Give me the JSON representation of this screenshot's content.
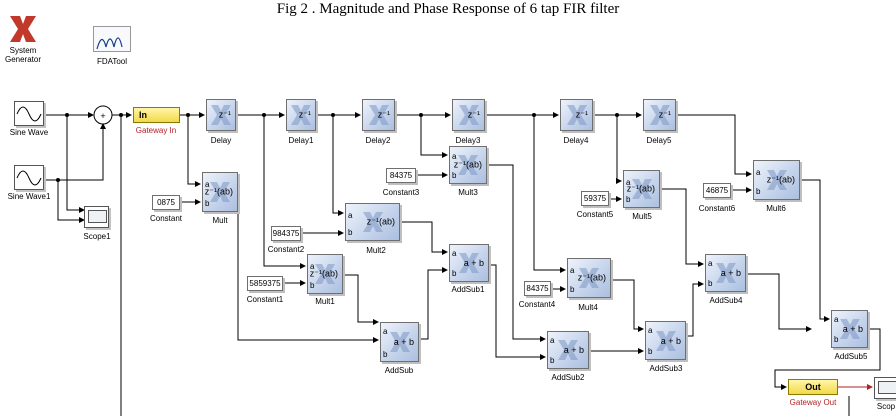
{
  "caption": "Fig   2 . Magnitude and Phase Response of 6 tap FIR filter",
  "toolbox": {
    "system_generator": {
      "line1": "System",
      "line2": "Generator"
    },
    "fdatool": "FDATool"
  },
  "sources": {
    "sine_wave": "Sine Wave",
    "sine_wave1": "Sine Wave1",
    "scope1": "Scope1",
    "scope": "Scop"
  },
  "gateways": {
    "in_text": "In",
    "in_label": "Gateway In",
    "out_text": "Out",
    "out_label": "Gateway Out"
  },
  "delays": {
    "expr": "z⁻¹",
    "labels": [
      "Delay",
      "Delay1",
      "Delay2",
      "Delay3",
      "Delay4",
      "Delay5"
    ]
  },
  "mults": {
    "expr": "z⁻¹(ab)",
    "labels": [
      "Mult",
      "Mult1",
      "Mult2",
      "Mult3",
      "Mult4",
      "Mult5",
      "Mult6"
    ]
  },
  "constants": {
    "values": [
      "0875",
      "5859375",
      "984375",
      "84375",
      "84375",
      "59375",
      "46875"
    ],
    "labels": [
      "Constant",
      "Constant1",
      "Constant2",
      "Constant3",
      "Constant4",
      "Constant5",
      "Constant6"
    ]
  },
  "addsubs": {
    "expr": "a + b",
    "labels": [
      "AddSub",
      "AddSub1",
      "AddSub2",
      "AddSub3",
      "AddSub4",
      "AddSub5"
    ]
  },
  "ports": {
    "a": "a",
    "b": "b"
  }
}
